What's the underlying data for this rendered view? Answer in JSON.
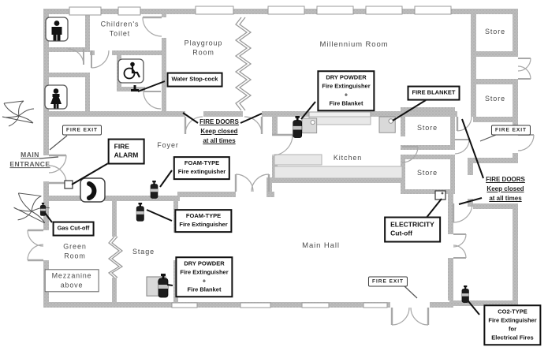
{
  "rooms": {
    "childrens_toilet": [
      "Children's",
      "Toilet"
    ],
    "playgroup": [
      "Playgroup",
      "Room"
    ],
    "millennium": "Millennium Room",
    "store": "Store",
    "kitchen": "Kitchen",
    "foyer": "Foyer",
    "main_hall": "Main Hall",
    "stage": "Stage",
    "green_room": [
      "Green",
      "Room"
    ],
    "mezzanine": [
      "Mezzanine",
      "above"
    ]
  },
  "callouts": {
    "water_stopcock": [
      "Water Stop-cock"
    ],
    "fire_alarm": [
      "FIRE",
      "ALARM"
    ],
    "foam_type_1": [
      "FOAM-TYPE",
      "Fire extinguisher"
    ],
    "foam_type_2": [
      "FOAM-TYPE",
      "Fire Extinguisher"
    ],
    "dry_powder": [
      "DRY POWDER",
      "Fire Extinguisher",
      "+",
      "Fire Blanket"
    ],
    "fire_blanket": [
      "FIRE BLANKET"
    ],
    "electricity": [
      "ELECTRICITY",
      "Cut-off"
    ],
    "gas_cutoff": [
      "Gas Cut-off"
    ],
    "co2": [
      "CO2-TYPE",
      "Fire Extinguisher",
      "for",
      "Electrical Fires"
    ]
  },
  "signs": {
    "fire_exit": "FIRE EXIT",
    "main_entrance": [
      "MAIN",
      "ENTRANCE"
    ],
    "fire_doors": [
      "FIRE DOORS",
      "Keep closed",
      "at all times"
    ]
  },
  "icons": {
    "male_toilet": "male-toilet-icon",
    "female_toilet": "female-toilet-icon",
    "wheelchair": "wheelchair-icon",
    "telephone": "telephone-icon",
    "fire_extinguisher": "fire-extinguisher-icon",
    "fire_blanket": "fire-blanket-icon",
    "water_stopcock_tap": "water-stopcock-tap-icon",
    "fire_alarm_point": "fire-alarm-point-icon",
    "electricity_cutoff_point": "electricity-cutoff-icon",
    "plant": "plant-sketch-icon"
  },
  "colors": {
    "wall": "#bcbcbc",
    "wall_dot": "#9d9d9d",
    "door_line": "#a8a8a8",
    "counter": "#e8e8e8",
    "callout_border": "#101010",
    "text": "#4a4a4a",
    "background": "#ffffff"
  }
}
